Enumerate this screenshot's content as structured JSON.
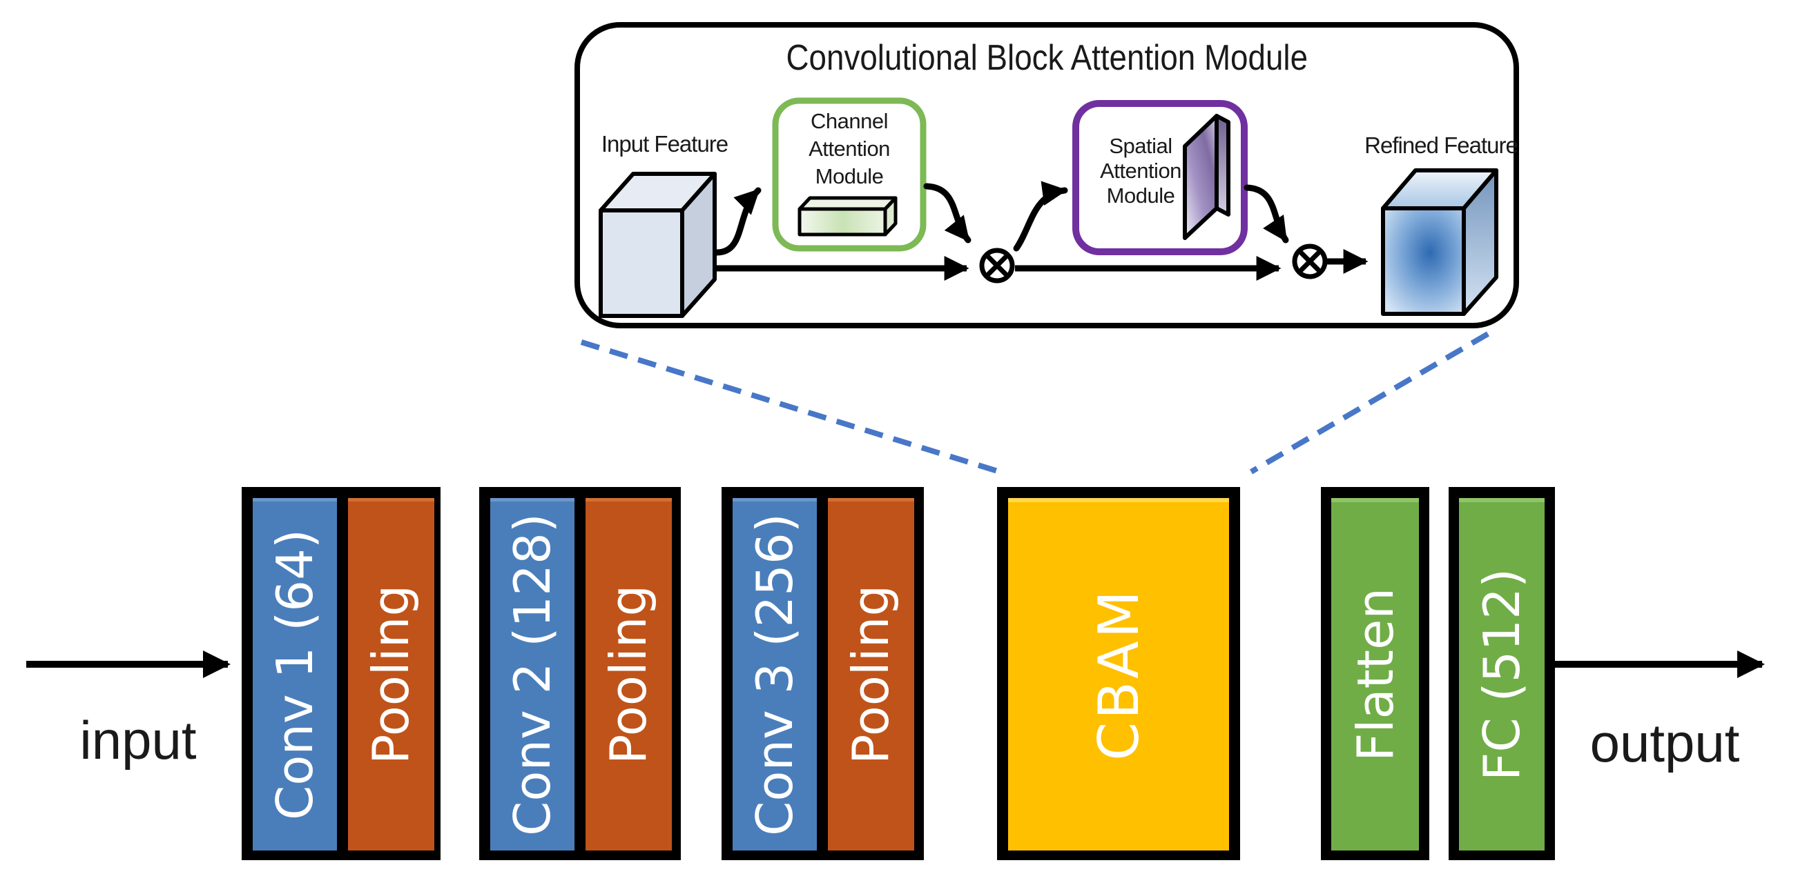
{
  "cbam_module": {
    "title": "Convolutional Block Attention Module",
    "input_feature_label": "Input Feature",
    "refined_feature_label": "Refined Feature",
    "channel_attention": {
      "lines": [
        "Channel",
        "Attention",
        "Module"
      ]
    },
    "spatial_attention": {
      "lines": [
        "Spatial",
        "Attention",
        "Module"
      ]
    },
    "multiply_operator_count": 2
  },
  "pipeline": {
    "input_label": "input",
    "output_label": "output",
    "groups": [
      {
        "conv_label": "Conv 1 (64)",
        "pool_label": "Pooling"
      },
      {
        "conv_label": "Conv 2 (128)",
        "pool_label": "Pooling"
      },
      {
        "conv_label": "Conv 3 (256)",
        "pool_label": "Pooling"
      }
    ],
    "cbam_label": "CBAM",
    "flatten_label": "Flatten",
    "fc_label": "FC (512)"
  },
  "colors": {
    "conv_blue": "#4A7EBB",
    "pooling_orange": "#C0531A",
    "cbam_yellow": "#FFC000",
    "dense_green": "#70AD47",
    "channel_box_border": "#7DB954",
    "spatial_box_border": "#7030A0",
    "connector_dash_blue": "#4877C8",
    "outline_black": "#000000"
  }
}
